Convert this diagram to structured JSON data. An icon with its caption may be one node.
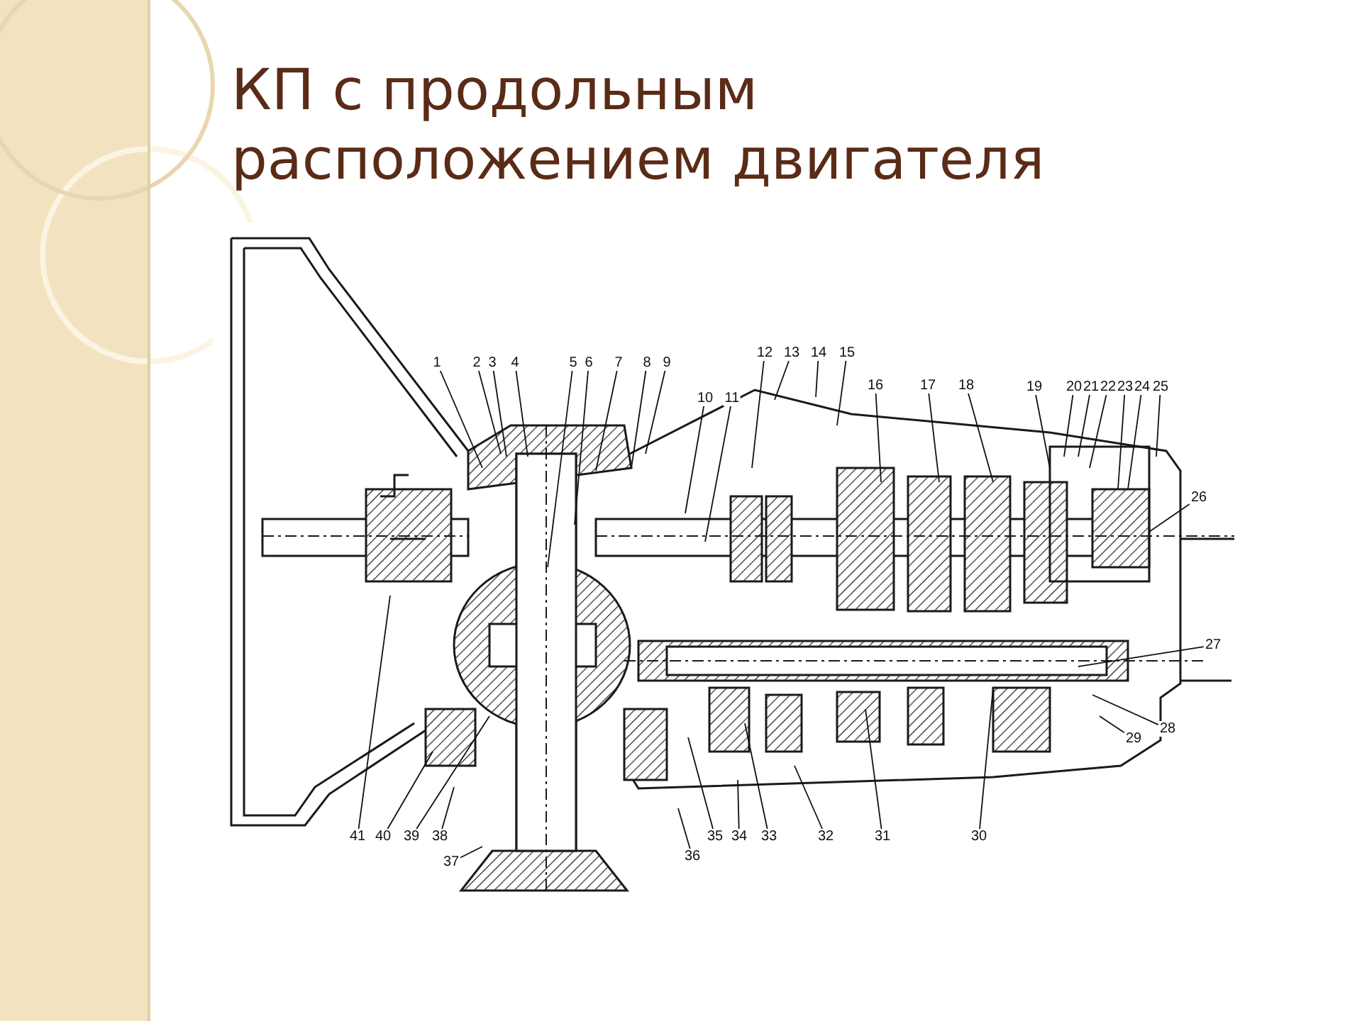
{
  "diagram": {
    "title": "КП с продольным расположением двигателя",
    "nodes": [
      {
        "text": [
          "1"
        ]
      },
      {
        "text": [
          "2"
        ]
      },
      {
        "text": [
          "3"
        ]
      },
      {
        "text": [
          "4"
        ]
      },
      {
        "text": [
          "5"
        ]
      },
      {
        "text": [
          "6"
        ]
      },
      {
        "text": [
          "7"
        ]
      },
      {
        "text": [
          "8"
        ]
      },
      {
        "text": [
          "9"
        ]
      },
      {
        "text": [
          "10"
        ]
      },
      {
        "text": [
          "11"
        ]
      },
      {
        "text": [
          "12"
        ]
      },
      {
        "text": [
          "13"
        ]
      },
      {
        "text": [
          "14"
        ]
      },
      {
        "text": [
          "15"
        ]
      },
      {
        "text": [
          "16"
        ]
      },
      {
        "text": [
          "17"
        ]
      },
      {
        "text": [
          "18"
        ]
      },
      {
        "text": [
          "19"
        ]
      },
      {
        "text": [
          "20"
        ]
      },
      {
        "text": [
          "21"
        ]
      },
      {
        "text": [
          "22"
        ]
      },
      {
        "text": [
          "23"
        ]
      },
      {
        "text": [
          "24"
        ]
      },
      {
        "text": [
          "25"
        ]
      },
      {
        "text": [
          "26"
        ]
      },
      {
        "text": [
          "27"
        ]
      },
      {
        "text": [
          "28"
        ]
      },
      {
        "text": [
          "29"
        ]
      },
      {
        "text": [
          "30"
        ]
      },
      {
        "text": [
          "31"
        ]
      },
      {
        "text": [
          "32"
        ]
      },
      {
        "text": [
          "33"
        ]
      },
      {
        "text": [
          "34"
        ]
      },
      {
        "text": [
          "35"
        ]
      },
      {
        "text": [
          "36"
        ]
      },
      {
        "text": [
          "37"
        ]
      },
      {
        "text": [
          "38"
        ]
      },
      {
        "text": [
          "39"
        ]
      },
      {
        "text": [
          "40"
        ]
      },
      {
        "text": [
          "41"
        ]
      }
    ],
    "edges": [
      {
        "from": 0,
        "to": null,
        "arrow": "none"
      },
      {
        "from": 1,
        "to": null,
        "arrow": "none"
      },
      {
        "from": 2,
        "to": null,
        "arrow": "none"
      },
      {
        "from": 3,
        "to": null,
        "arrow": "none"
      },
      {
        "from": 4,
        "to": null,
        "arrow": "none"
      },
      {
        "from": 5,
        "to": null,
        "arrow": "none"
      },
      {
        "from": 6,
        "to": null,
        "arrow": "none"
      },
      {
        "from": 7,
        "to": null,
        "arrow": "none"
      },
      {
        "from": 8,
        "to": null,
        "arrow": "none"
      },
      {
        "from": 9,
        "to": null,
        "arrow": "none"
      },
      {
        "from": 10,
        "to": null,
        "arrow": "none"
      },
      {
        "from": 11,
        "to": null,
        "arrow": "none"
      },
      {
        "from": 12,
        "to": null,
        "arrow": "none"
      },
      {
        "from": 13,
        "to": null,
        "arrow": "none"
      },
      {
        "from": 14,
        "to": null,
        "arrow": "none"
      },
      {
        "from": 15,
        "to": null,
        "arrow": "none"
      },
      {
        "from": 16,
        "to": null,
        "arrow": "none"
      },
      {
        "from": 17,
        "to": null,
        "arrow": "none"
      },
      {
        "from": 18,
        "to": null,
        "arrow": "none"
      },
      {
        "from": 19,
        "to": null,
        "arrow": "none"
      },
      {
        "from": 20,
        "to": null,
        "arrow": "none"
      },
      {
        "from": 21,
        "to": null,
        "arrow": "none"
      },
      {
        "from": 22,
        "to": null,
        "arrow": "none"
      },
      {
        "from": 23,
        "to": null,
        "arrow": "none"
      },
      {
        "from": 24,
        "to": null,
        "arrow": "none"
      },
      {
        "from": 25,
        "to": null,
        "arrow": "none"
      },
      {
        "from": 26,
        "to": null,
        "arrow": "none"
      },
      {
        "from": 27,
        "to": null,
        "arrow": "none"
      },
      {
        "from": 28,
        "to": null,
        "arrow": "none"
      },
      {
        "from": 29,
        "to": null,
        "arrow": "none"
      },
      {
        "from": 30,
        "to": null,
        "arrow": "none"
      },
      {
        "from": 31,
        "to": null,
        "arrow": "none"
      },
      {
        "from": 32,
        "to": null,
        "arrow": "none"
      },
      {
        "from": 33,
        "to": null,
        "arrow": "none"
      },
      {
        "from": 34,
        "to": null,
        "arrow": "none"
      },
      {
        "from": 35,
        "to": null,
        "arrow": "none"
      },
      {
        "from": 36,
        "to": null,
        "arrow": "none"
      },
      {
        "from": 37,
        "to": null,
        "arrow": "none"
      },
      {
        "from": 38,
        "to": null,
        "arrow": "none"
      },
      {
        "from": 39,
        "to": null,
        "arrow": "none"
      },
      {
        "from": 40,
        "to": null,
        "arrow": "none"
      }
    ]
  }
}
